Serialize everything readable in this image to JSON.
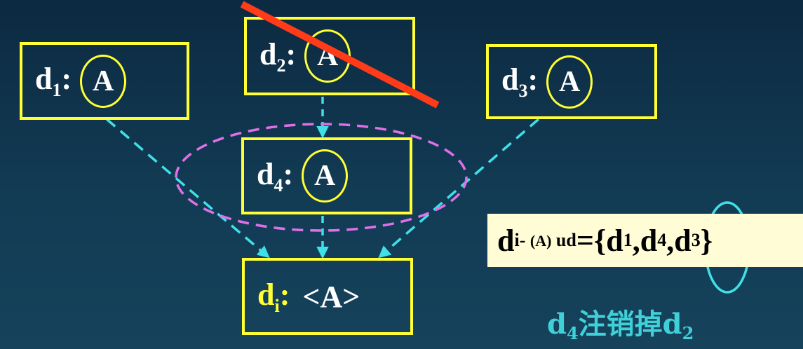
{
  "nodes": {
    "d1": {
      "name": "d",
      "sub": "1",
      "sep": ":",
      "ref": "A"
    },
    "d2": {
      "name": "d",
      "sub": "2",
      "sep": ":",
      "ref": "A"
    },
    "d3": {
      "name": "d",
      "sub": "3",
      "sep": ":",
      "ref": "A"
    },
    "d4": {
      "name": "d",
      "sub": "4",
      "sep": ":",
      "ref": "A"
    },
    "di": {
      "name": "d",
      "sub": "i",
      "sep": ":",
      "ref": "<A>"
    }
  },
  "formula": {
    "lhs": "d",
    "lhs_sub_a": "i- ",
    "lhs_sub_b": "(A)",
    "lhs_sub_c": " ud",
    "eq": "={",
    "t1": "d",
    "t1_sub": "1",
    "c1": ",",
    "t2": "d",
    "t2_sub": "4",
    "c2": ",",
    "t3": "d",
    "t3_sub": "3",
    "close": "}"
  },
  "note": {
    "a": "d",
    "a_sub": "4",
    "mid": "注销掉",
    "b": "d",
    "b_sub": "2"
  },
  "colors": {
    "box_border": "#ffff33",
    "edge": "#3fe0e8",
    "ellipse": "#e070e8",
    "strike": "#ff3b1a",
    "formula_bg": "#fffcd6",
    "note_text": "#3fd0d8"
  }
}
